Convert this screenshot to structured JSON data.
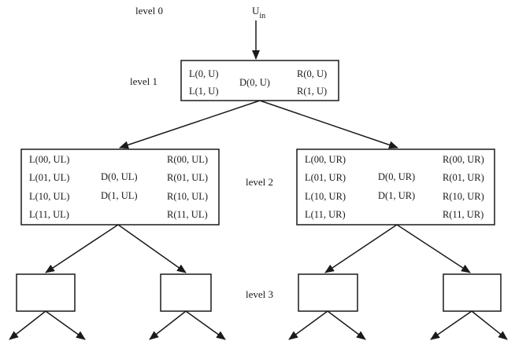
{
  "levels": {
    "l0": "level 0",
    "l1": "level 1",
    "l2": "level 2",
    "l3": "level 3"
  },
  "input": {
    "main": "U",
    "sub": "in"
  },
  "level1_node": {
    "left": [
      "L(0, U)",
      "L(1, U)"
    ],
    "center": [
      "D(0, U)"
    ],
    "right": [
      "R(0, U)",
      "R(1, U)"
    ]
  },
  "level2_left_node": {
    "left": [
      "L(00, UL)",
      "L(01, UL)",
      "L(10, UL)",
      "L(11, UL)"
    ],
    "center": [
      "D(0, UL)",
      "D(1, UL)"
    ],
    "right": [
      "R(00, UL)",
      "R(01, UL)",
      "R(10, UL)",
      "R(11, UL)"
    ]
  },
  "level2_right_node": {
    "left": [
      "L(00, UR)",
      "L(01, UR)",
      "L(10, UR)",
      "L(11, UR)"
    ],
    "center": [
      "D(0, UR)",
      "D(1, UR)"
    ],
    "right": [
      "R(00, UR)",
      "R(01, UR)",
      "R(10, UR)",
      "R(11, UR)"
    ]
  },
  "colors": {
    "ink": "#1a1a1a",
    "background": "#ffffff"
  }
}
